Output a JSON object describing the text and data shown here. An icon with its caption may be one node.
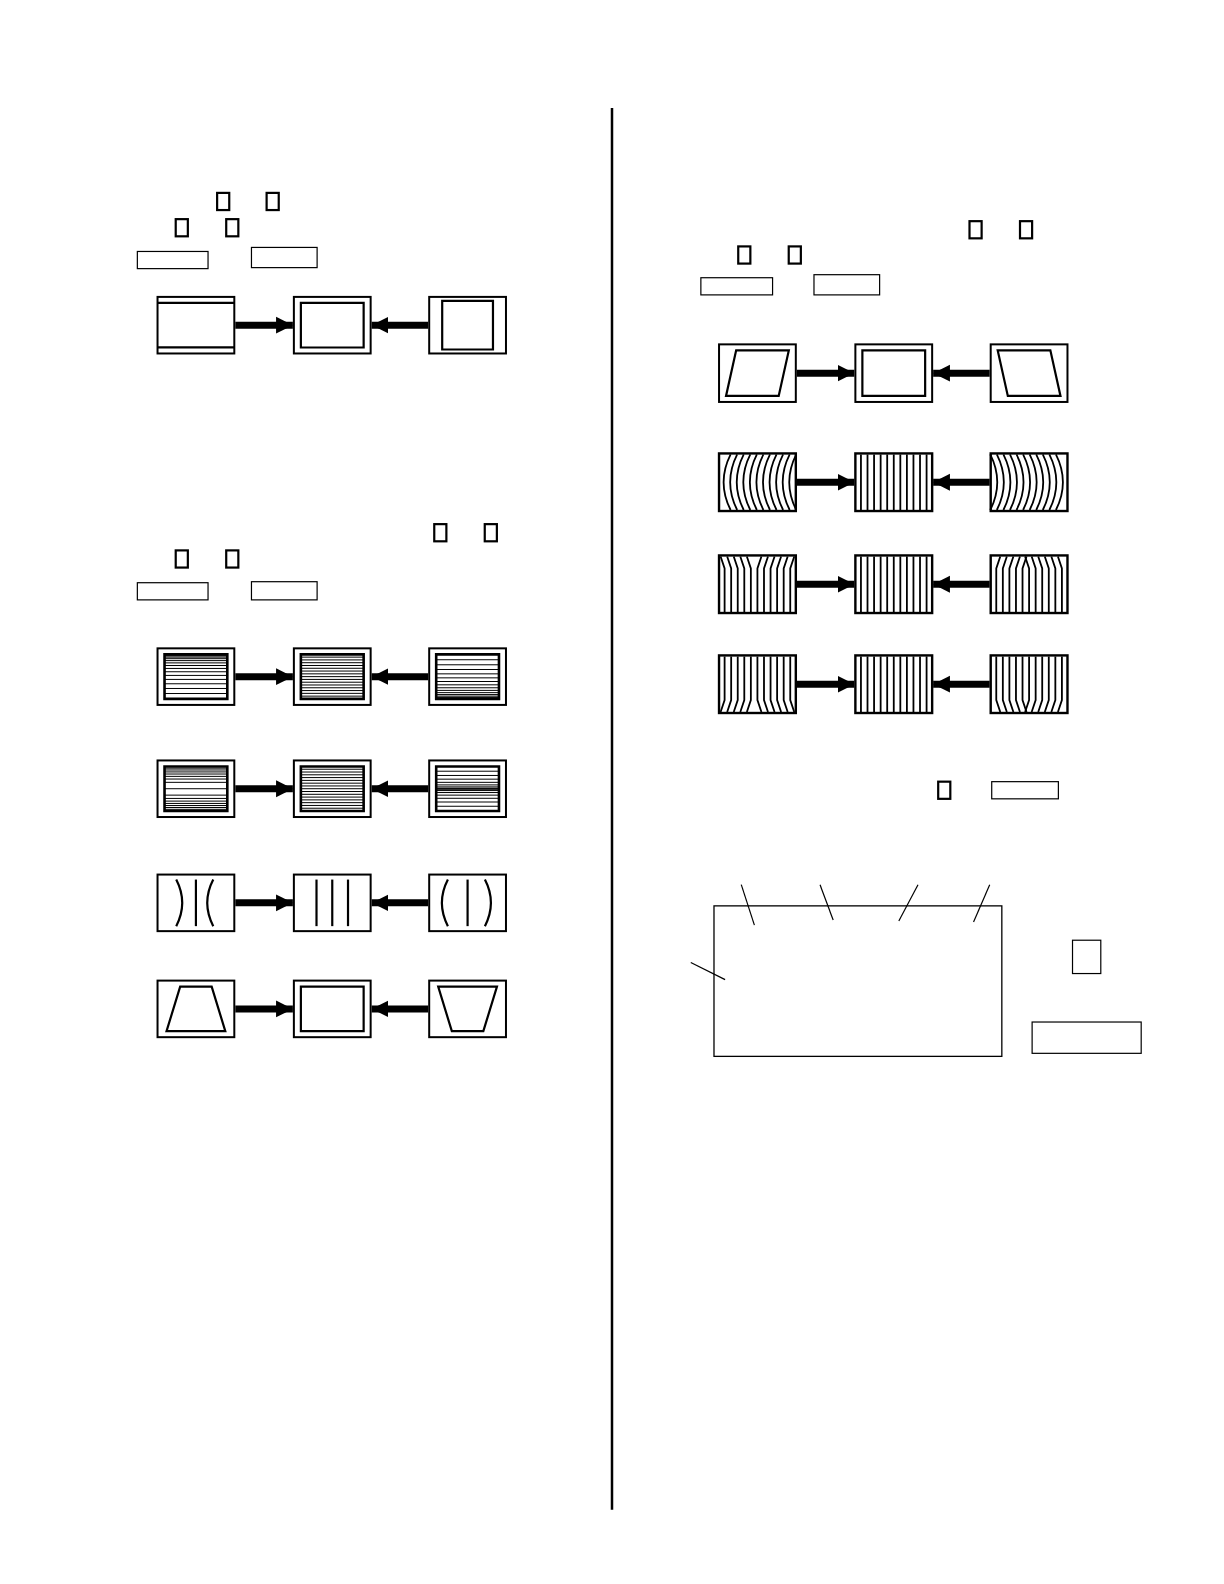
{
  "diagram": {
    "nodes": [
      {
        "text": [],
        "shape": "box"
      },
      {
        "text": [],
        "shape": "box"
      },
      {
        "text": [],
        "shape": "box"
      },
      {
        "text": [],
        "shape": "box"
      },
      {
        "text": [],
        "shape": "box"
      },
      {
        "text": [],
        "shape": "box"
      },
      {
        "text": [],
        "shape": "box"
      },
      {
        "text": [],
        "shape": "box"
      },
      {
        "text": [],
        "shape": "box"
      },
      {
        "text": [],
        "shape": "box"
      },
      {
        "text": [],
        "shape": "box"
      },
      {
        "text": [],
        "shape": "box"
      },
      {
        "text": [],
        "shape": "box"
      },
      {
        "text": [],
        "shape": "box"
      },
      {
        "text": [],
        "shape": "box"
      },
      {
        "text": [],
        "shape": "box"
      },
      {
        "text": [],
        "shape": "box"
      },
      {
        "text": [],
        "shape": "box"
      },
      {
        "text": [],
        "shape": "box"
      },
      {
        "text": [],
        "shape": "box"
      },
      {
        "text": [],
        "shape": "box"
      },
      {
        "text": [],
        "shape": "box"
      },
      {
        "text": [],
        "shape": "box"
      },
      {
        "text": [],
        "shape": "box"
      },
      {
        "text": [],
        "shape": "box"
      },
      {
        "text": [],
        "shape": "box"
      },
      {
        "text": [],
        "shape": "box"
      },
      {
        "text": [],
        "shape": "box"
      }
    ],
    "edges": [
      {
        "from": 0,
        "to": 1,
        "arrow": "to"
      },
      {
        "from": 2,
        "to": 1,
        "arrow": "to"
      },
      {
        "from": 3,
        "to": 4,
        "arrow": "to"
      },
      {
        "from": 5,
        "to": 4,
        "arrow": "to"
      },
      {
        "from": 6,
        "to": 7,
        "arrow": "to"
      },
      {
        "from": 8,
        "to": 7,
        "arrow": "to"
      },
      {
        "from": 9,
        "to": 10,
        "arrow": "to"
      },
      {
        "from": 11,
        "to": 10,
        "arrow": "to"
      },
      {
        "from": 12,
        "to": 13,
        "arrow": "to"
      },
      {
        "from": 14,
        "to": 13,
        "arrow": "to"
      },
      {
        "from": 15,
        "to": 16,
        "arrow": "to"
      },
      {
        "from": 17,
        "to": 16,
        "arrow": "to"
      },
      {
        "from": 18,
        "to": 19,
        "arrow": "to"
      },
      {
        "from": 20,
        "to": 19,
        "arrow": "to"
      },
      {
        "from": 21,
        "to": 22,
        "arrow": "to"
      },
      {
        "from": 23,
        "to": 22,
        "arrow": "to"
      },
      {
        "from": 24,
        "to": 25,
        "arrow": "to"
      },
      {
        "from": 26,
        "to": 25,
        "arrow": "to"
      },
      {
        "from": null,
        "to": 27,
        "arrow": "none"
      },
      {
        "from": null,
        "to": 27,
        "arrow": "none"
      },
      {
        "from": null,
        "to": 27,
        "arrow": "none"
      },
      {
        "from": null,
        "to": 27,
        "arrow": "none"
      },
      {
        "from": null,
        "to": 27,
        "arrow": "none"
      }
    ]
  }
}
